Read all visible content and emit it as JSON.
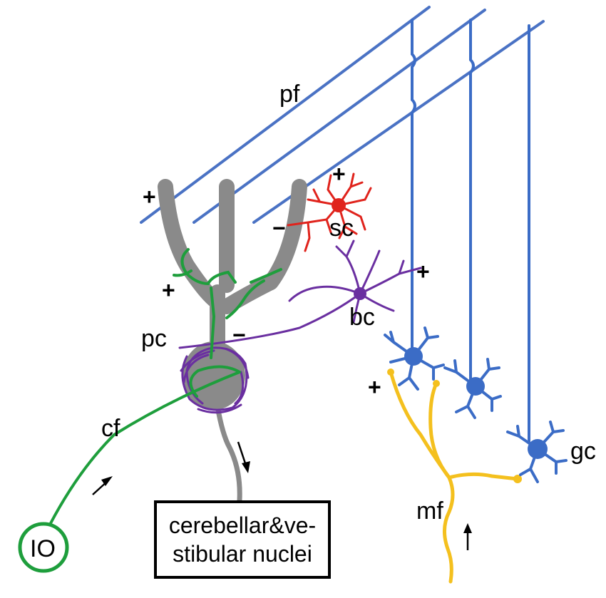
{
  "colors": {
    "parallel_fiber": "#4a72c4",
    "granule_cell": "#3b6cc6",
    "purkinje_cell": "#8a8a8a",
    "climbing_fiber": "#1e9e3c",
    "basket_cell": "#6a2fa0",
    "stellate_cell": "#e0231c",
    "mossy_fiber": "#f4c01e"
  },
  "labels": {
    "pf": "pf",
    "sc": "sc",
    "bc": "bc",
    "pc": "pc",
    "cf": "cf",
    "gc": "gc",
    "mf": "mf",
    "io": "IO"
  },
  "signs": {
    "plus_pc_top": "+",
    "plus_sc": "+",
    "minus_sc": "−",
    "plus_bc": "+",
    "plus_cf": "+",
    "minus_bc": "−",
    "plus_mf": "+"
  },
  "nuclei_box": {
    "line1": "cerebellar&ve-",
    "line2": "stibular nuclei"
  },
  "icons": [
    "arrow-down-icon",
    "arrow-up-icon"
  ]
}
